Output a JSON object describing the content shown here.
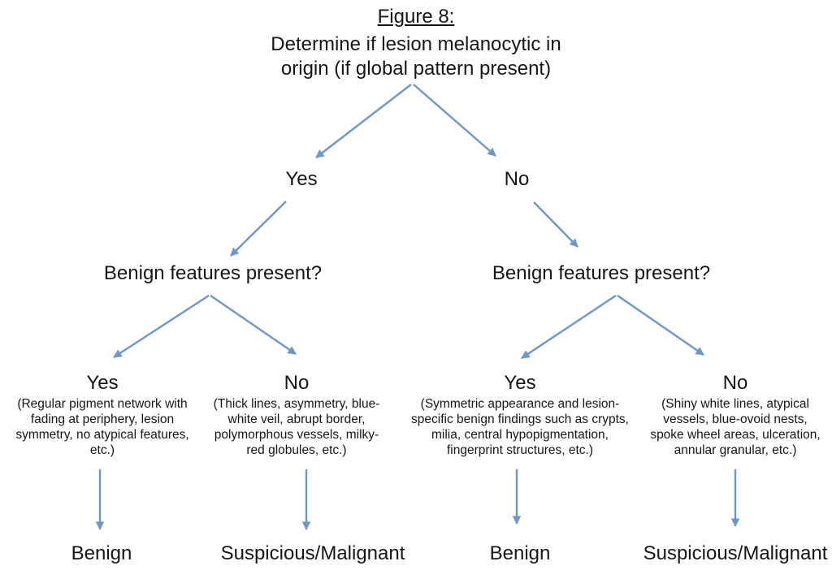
{
  "colors": {
    "arrow": "#6d97ca",
    "text": "#161616",
    "background": "#ffffff"
  },
  "figure": {
    "label": "Figure 8:",
    "title_lines": [
      "Determine if lesion melanocytic in",
      "origin (if global pattern present)"
    ]
  },
  "level1": {
    "yes": "Yes",
    "no": "No"
  },
  "level2": {
    "left_question": "Benign features present?",
    "right_question": "Benign features present?"
  },
  "level3": {
    "left_yes": {
      "label": "Yes",
      "detail_lines": [
        "(Regular pigment network with",
        "fading at periphery, lesion",
        "symmetry, no atypical features,",
        "etc.)"
      ]
    },
    "left_no": {
      "label": "No",
      "detail_lines": [
        "(Thick lines, asymmetry, blue-",
        "white veil, abrupt border,",
        "polymorphous vessels, milky-",
        "red globules, etc.)"
      ]
    },
    "right_yes": {
      "label": "Yes",
      "detail_lines": [
        "(Symmetric appearance and lesion-",
        "specific benign findings such as crypts,",
        "milia, central hypopigmentation,",
        "fingerprint structures, etc.)"
      ]
    },
    "right_no": {
      "label": "No",
      "detail_lines": [
        "(Shiny white lines, atypical",
        "vessels, blue-ovoid nests,",
        "spoke wheel areas, ulceration,",
        "annular granular, etc.)"
      ]
    }
  },
  "outcomes": {
    "left_yes": "Benign",
    "left_no": "Suspicious/Malignant",
    "right_yes": "Benign",
    "right_no": "Suspicious/Malignant"
  }
}
